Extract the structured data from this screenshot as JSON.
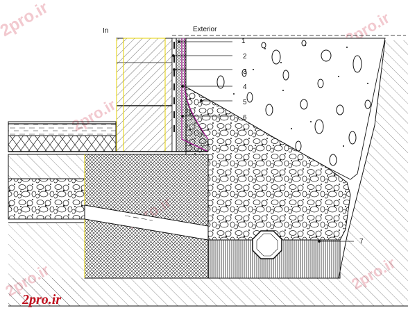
{
  "diagram": {
    "label_in": "In",
    "label_exterior": "Exterior",
    "callouts": [
      "1",
      "2",
      "3",
      "4",
      "5",
      "6",
      "7"
    ]
  },
  "watermark": {
    "text": "2pro.ir",
    "logo_text": "2pro.ir",
    "color": "#f2c9cf",
    "logo_color": "#c1121f"
  },
  "colors": {
    "accent_yellow": "#e6d200",
    "accent_magenta": "#b0009a",
    "line": "#111111"
  },
  "icons": {
    "drain_pipe": "octagon-pipe-icon"
  }
}
